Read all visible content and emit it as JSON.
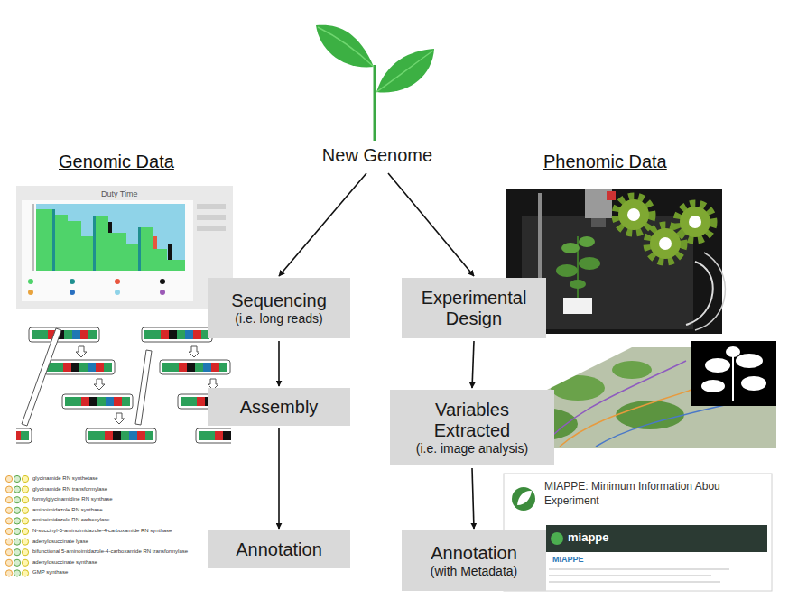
{
  "diagram": {
    "nodes": [
      {
        "text": [
          "New Genome"
        ]
      },
      {
        "text": [
          "Sequencing",
          "(i.e. long reads)"
        ]
      },
      {
        "text": [
          "Assembly"
        ]
      },
      {
        "text": [
          "Annotation"
        ]
      },
      {
        "text": [
          "Experimental Design"
        ]
      },
      {
        "text": [
          "Variables Extracted",
          "(i.e. image analysis)"
        ]
      },
      {
        "text": [
          "Annotation",
          "(with Metadata)"
        ]
      }
    ],
    "edges": [
      {
        "from": 0,
        "to": 1,
        "arrow": "to"
      },
      {
        "from": 0,
        "to": 4,
        "arrow": "to"
      },
      {
        "from": 1,
        "to": 2,
        "arrow": "to"
      },
      {
        "from": 2,
        "to": 3,
        "arrow": "to"
      },
      {
        "from": 4,
        "to": 5,
        "arrow": "to"
      },
      {
        "from": 5,
        "to": 6,
        "arrow": "to"
      }
    ],
    "labels": [
      "Genomic Data",
      "Phenomic Data",
      "Duty Time",
      "glycinamide RN synthetase",
      "glycinamide RN transformylase",
      "formylglycinamidine RN synthase",
      "aminoimidazole RN synthase",
      "aminoimidazole RN carboxylase",
      "N-succinyl-5-aminoimidazole-4-carboxamide RN synthase",
      "adenylosuccinate lyase",
      "bifunctional 5-aminoimidazole-4-carboxamide RN transformylase",
      "adenylosuccinate synthase",
      "GMP synthase",
      "MIAPPE: Minimum Information Abou",
      "Experiment",
      "miappe",
      "MIAPPE"
    ]
  }
}
